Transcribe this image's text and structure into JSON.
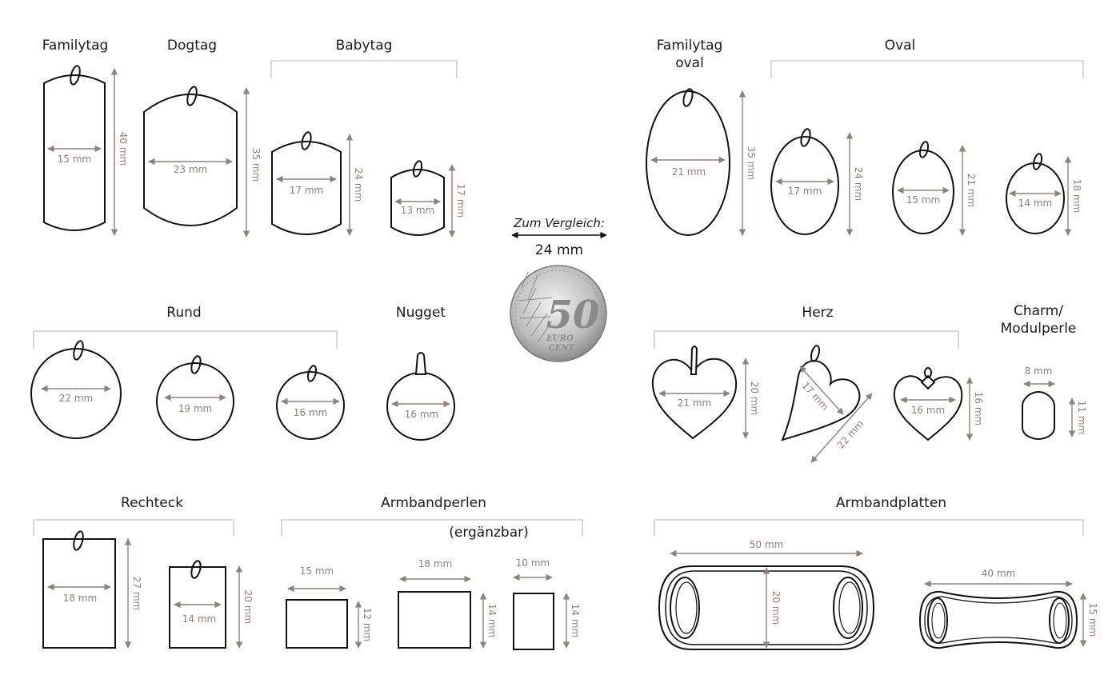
{
  "titles": {
    "familytag": "Familytag",
    "dogtag": "Dogtag",
    "babytag": "Babytag",
    "familytag_oval_1": "Familytag",
    "familytag_oval_2": "oval",
    "oval": "Oval",
    "rund": "Rund",
    "nugget": "Nugget",
    "herz": "Herz",
    "charm_1": "Charm/",
    "charm_2": "Modulperle",
    "rechteck": "Rechteck",
    "armbandperlen": "Armbandperlen",
    "ergaenzbar": "(ergänzbar)",
    "armbandplatten": "Armbandplatten"
  },
  "compare": {
    "label": "Zum Vergleich:",
    "value": "24 mm",
    "coin_value": "50",
    "coin_line1": "EURO",
    "coin_line2": "CENT"
  },
  "dims": {
    "familytag_w": "15 mm",
    "familytag_h": "40 mm",
    "dogtag_w": "23 mm",
    "dogtag_h": "35 mm",
    "babytag1_w": "17 mm",
    "babytag1_h": "24 mm",
    "babytag2_w": "13 mm",
    "babytag2_h": "17 mm",
    "famoval_w": "21 mm",
    "famoval_h": "35 mm",
    "oval1_w": "17 mm",
    "oval1_h": "24 mm",
    "oval2_w": "15 mm",
    "oval2_h": "21 mm",
    "oval3_w": "14 mm",
    "oval3_h": "18 mm",
    "rund1_w": "22 mm",
    "rund2_w": "19 mm",
    "rund3_w": "16 mm",
    "nugget_w": "16 mm",
    "herz1_w": "21 mm",
    "herz1_h": "20 mm",
    "herz2_w": "17 mm",
    "herz2_d": "22 mm",
    "herz3_w": "16 mm",
    "herz3_h": "16 mm",
    "charm_w": "8 mm",
    "charm_h": "11 mm",
    "rechteck1_w": "18 mm",
    "rechteck1_h": "27 mm",
    "rechteck2_w": "14 mm",
    "rechteck2_h": "20 mm",
    "perle1_w": "15 mm",
    "perle1_h": "12 mm",
    "perle2_w": "18 mm",
    "perle2_h": "14 mm",
    "perle3_w": "10 mm",
    "perle3_h": "14 mm",
    "platte1_w": "50 mm",
    "platte1_h": "20 mm",
    "platte2_w": "40 mm",
    "platte2_h": "15 mm"
  },
  "colors": {
    "outline": "#111111",
    "dimension": "#8f8177",
    "bracket": "#cfcfcf",
    "coin": "#bdbdbd"
  }
}
